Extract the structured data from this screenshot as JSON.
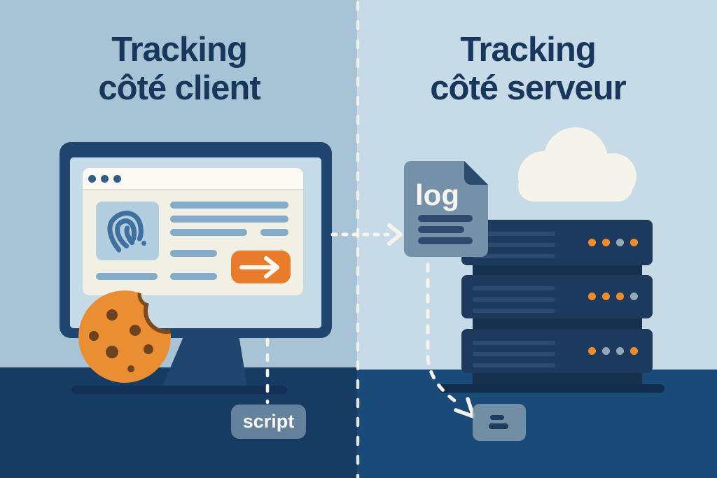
{
  "left_panel": {
    "title_line1": "Tracking",
    "title_line2": "côté client",
    "script_label": "script",
    "icons": [
      "monitor",
      "browser-window",
      "fingerprint-icon",
      "arrow-right-icon",
      "cookie-icon"
    ]
  },
  "right_panel": {
    "title_line1": "Tracking",
    "title_line2": "côté serveur",
    "log_label": "log",
    "icons": [
      "log-file-icon",
      "cloud-icon",
      "server-rack-icon",
      "storage-icon"
    ]
  },
  "colors": {
    "left_bg": "#a8c3d6",
    "right_bg": "#c6dae7",
    "left_floor": "#173c63",
    "right_floor": "#1a4a77",
    "navy": "#1d3a5c",
    "monitor_navy": "#20456e",
    "accent_orange": "#e87c2a",
    "cookie_orange": "#e98e33",
    "dot_orange": "#ef8c30",
    "dot_gray": "#93a9ba",
    "slate_doc": "#7590a9",
    "cream": "#f5f3ea",
    "title_navy": "#18375c"
  },
  "servers": {
    "units": [
      {
        "dots": [
          "orange",
          "orange",
          "gray",
          "orange"
        ]
      },
      {
        "dots": [
          "orange",
          "orange",
          "orange",
          "gray"
        ]
      },
      {
        "dots": [
          "orange",
          "gray",
          "gray",
          "orange"
        ]
      }
    ]
  }
}
